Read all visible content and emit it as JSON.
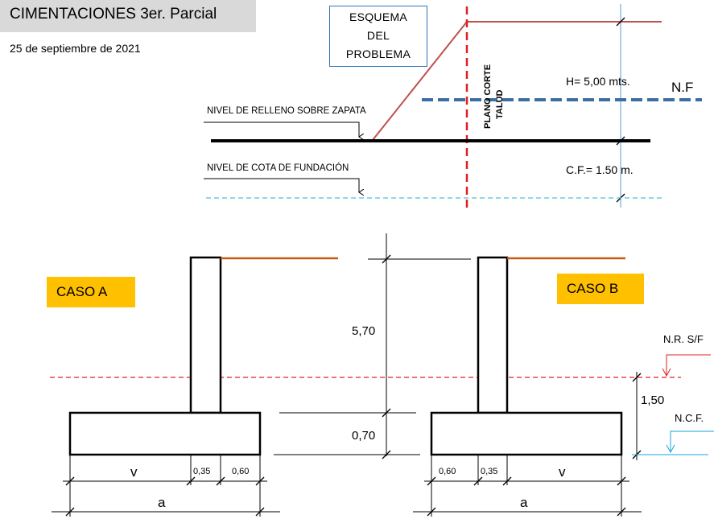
{
  "header": {
    "title": "CIMENTACIONES 3er. Parcial",
    "date": "25 de septiembre de 2021"
  },
  "scheme": {
    "box_lines": [
      "ESQUEMA",
      "DEL",
      "PROBLEMA"
    ],
    "plane_label_1": "PLANO CORTE",
    "plane_label_2": "TALUD",
    "h_label": "H= 5,00 mts.",
    "nf_label": "N.F",
    "fill_level_label": "NIVEL DE RELLENO SOBRE ZAPATA",
    "foundation_level_label": "NIVEL DE COTA DE FUNDACIÓN",
    "cf_label": "C.F.= 1.50 m."
  },
  "case_a": {
    "label": "CASO A",
    "dim_v": "v",
    "dim_stem": "0,35",
    "dim_toe": "0,60",
    "dim_a": "a"
  },
  "case_b": {
    "label": "CASO B",
    "dim_toe": "0,60",
    "dim_stem": "0,35",
    "dim_v": "v",
    "dim_a": "a"
  },
  "center_dims": {
    "wall_height": "5,70",
    "footing_thickness": "0,70"
  },
  "right_dims": {
    "nrsf_label": "N.R. S/F",
    "depth": "1,50",
    "ncf_label": "N.C.F."
  },
  "colors": {
    "slope_red": "#c0504d",
    "plane_red": "#e02020",
    "water_blue": "#3a6ea5",
    "light_blue": "#5b9bd5",
    "cyan": "#4bc0d8",
    "orange_line": "#c55a11",
    "case_fill": "#ffc000"
  }
}
